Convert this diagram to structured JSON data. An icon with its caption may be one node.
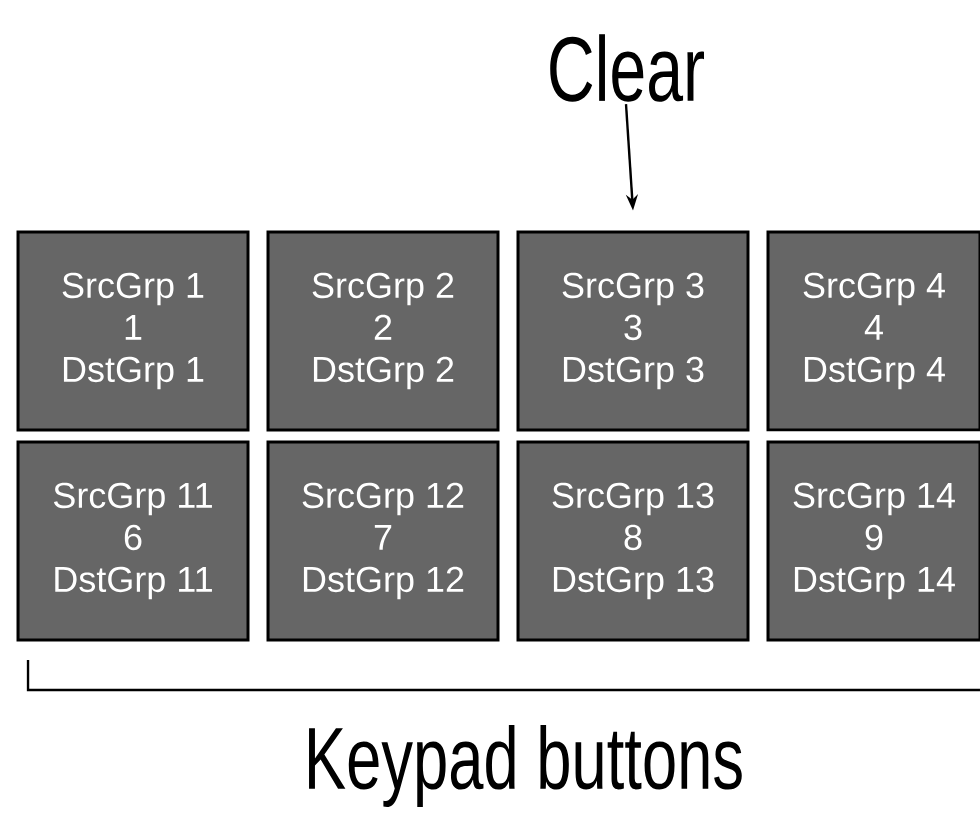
{
  "diagram": {
    "nodes": [
      {
        "text": [
          "Clear"
        ]
      },
      {
        "text": [
          "SrcGrp 1",
          "1",
          "DstGrp 1"
        ]
      },
      {
        "text": [
          "SrcGrp 2",
          "2",
          "DstGrp 2"
        ]
      },
      {
        "text": [
          "SrcGrp 3",
          "3",
          "DstGrp 3"
        ]
      },
      {
        "text": [
          "SrcGrp 4",
          "4",
          "DstGrp 4"
        ]
      },
      {
        "text": [
          "SrcGrp 11",
          "6",
          "DstGrp 11"
        ]
      },
      {
        "text": [
          "SrcGrp 12",
          "7",
          "DstGrp 12"
        ]
      },
      {
        "text": [
          "SrcGrp 13",
          "8",
          "DstGrp 13"
        ]
      },
      {
        "text": [
          "SrcGrp 14",
          "9",
          "DstGrp 14"
        ]
      }
    ],
    "edges": [
      {
        "from": 0,
        "to": 3,
        "arrow": "to"
      }
    ],
    "labels": [
      "Keypad buttons"
    ]
  }
}
